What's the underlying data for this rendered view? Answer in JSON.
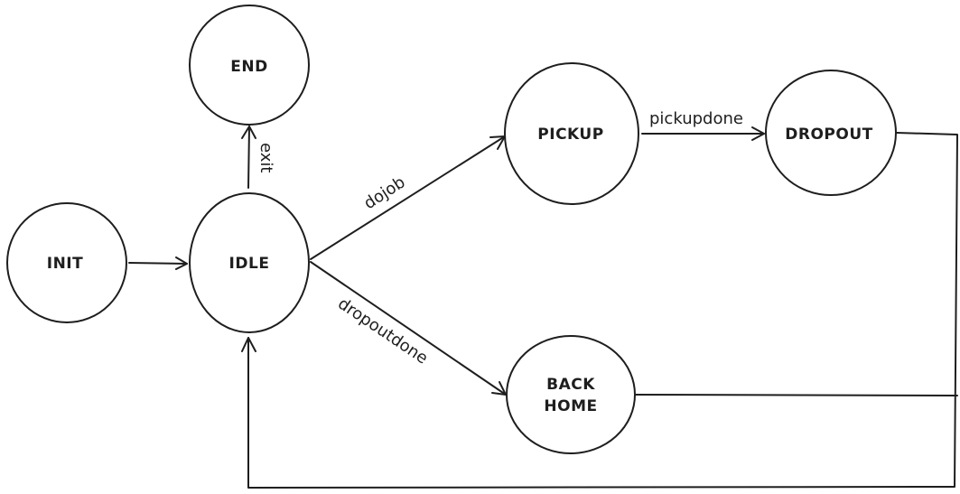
{
  "colors": {
    "init_fill": "#4a90e2",
    "end_fill": "#e03131",
    "stroke": "#1e1e1e"
  },
  "nodes": {
    "init": {
      "label": "INIT"
    },
    "idle": {
      "label": "IDLE"
    },
    "end": {
      "label": "END"
    },
    "pickup": {
      "label": "PICKUP"
    },
    "dropout": {
      "label": "DROPOUT"
    },
    "backhome": {
      "label_line1": "BACK",
      "label_line2": "HOME"
    }
  },
  "edges": {
    "idle_to_end": {
      "label": "exit"
    },
    "idle_to_pickup": {
      "label": "dojob"
    },
    "idle_to_backhome": {
      "label": "dropoutdone"
    },
    "pickup_to_dropout": {
      "label": "pickupdone"
    }
  }
}
